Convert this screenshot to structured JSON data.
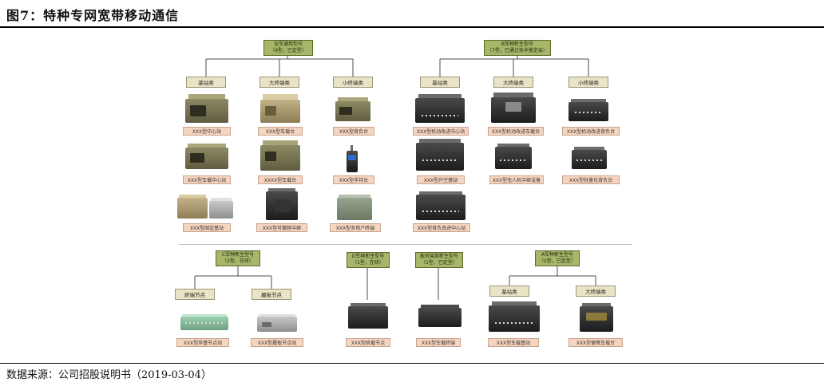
{
  "figure": {
    "title": "图7：特种专网宽带移动通信",
    "source": "数据来源：公司招股说明书（2019-03-04）"
  },
  "models": [
    {
      "id": "m1",
      "lines": [
        "全军通用型号",
        "（9型，已定型）"
      ]
    },
    {
      "id": "m2",
      "lines": [
        "B军种新生型号",
        "（7型，已通过技术鉴定会）"
      ]
    },
    {
      "id": "m3",
      "lines": [
        "C军种新生型号",
        "（2型，在研）"
      ]
    },
    {
      "id": "m4",
      "lines": [
        "D军种新生型号",
        "（1型，在研）"
      ]
    },
    {
      "id": "m5",
      "lines": [
        "政府某部新生型号",
        "（1型，已定型）"
      ]
    },
    {
      "id": "m6",
      "lines": [
        "A军种新生型号",
        "（2型，已定型）"
      ]
    }
  ],
  "categories": [
    {
      "id": "c1",
      "label": "基站类"
    },
    {
      "id": "c2",
      "label": "大终端类"
    },
    {
      "id": "c3",
      "label": "小终端类"
    },
    {
      "id": "c4",
      "label": "基站类"
    },
    {
      "id": "c5",
      "label": "大终端类"
    },
    {
      "id": "c6",
      "label": "小终端类"
    },
    {
      "id": "c7",
      "label": "終端节点"
    },
    {
      "id": "c8",
      "label": "履板节点"
    },
    {
      "id": "c9",
      "label": "基站类"
    },
    {
      "id": "c10",
      "label": "大终端类"
    }
  ],
  "devices": [
    {
      "id": "d1",
      "label": "XXX型中心站"
    },
    {
      "id": "d2",
      "label": "XXX型车载台"
    },
    {
      "id": "d3",
      "label": "XXX型背负台"
    },
    {
      "id": "d4",
      "label": "XXX型机动改进中心站"
    },
    {
      "id": "d5",
      "label": "XXX型机动改进车载台"
    },
    {
      "id": "d6",
      "label": "XXX型机动改进背负台"
    },
    {
      "id": "d7",
      "label": "XXX型车载中心站"
    },
    {
      "id": "d8",
      "label": "XXXX型车载台"
    },
    {
      "id": "d9",
      "label": "XXX型手持台"
    },
    {
      "id": "d10",
      "label": "XXX型升空基站"
    },
    {
      "id": "d11",
      "label": "XXX型无人机中继设备"
    },
    {
      "id": "d12",
      "label": "XXX型轻量化背负台"
    },
    {
      "id": "d13",
      "label": "XXX型固定基站"
    },
    {
      "id": "d14",
      "label": "XXX型可搬移中继"
    },
    {
      "id": "d15",
      "label": "XXX型多用户终端"
    },
    {
      "id": "d16",
      "label": "XXX型背负改进中心站"
    },
    {
      "id": "d17",
      "label": "XXX型岸基节点站"
    },
    {
      "id": "d18",
      "label": "XXX型履板节点站"
    },
    {
      "id": "d19",
      "label": "XXX型机载节点"
    },
    {
      "id": "d20",
      "label": "XXX型车载终端"
    },
    {
      "id": "d21",
      "label": "XXX型车载基站"
    },
    {
      "id": "d22",
      "label": "XXX型便携车载台"
    }
  ]
}
